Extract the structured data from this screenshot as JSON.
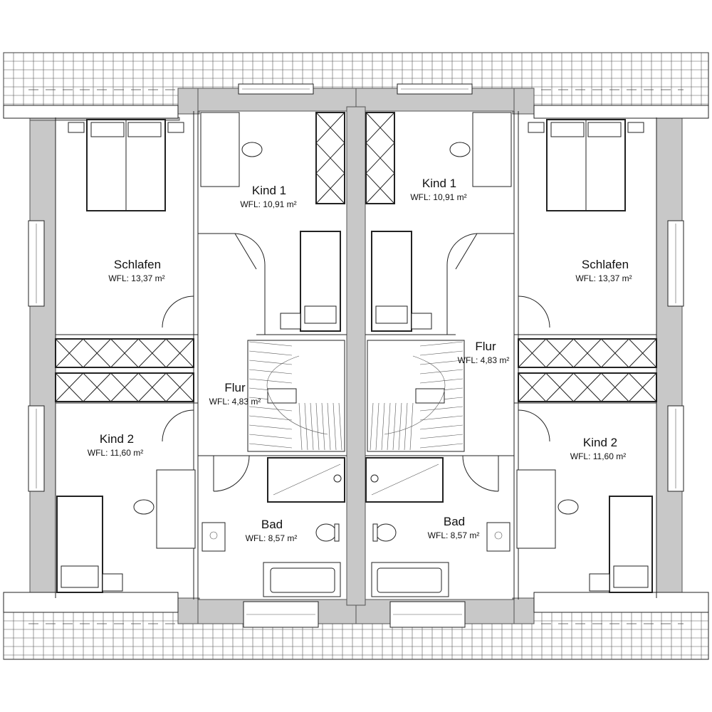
{
  "rooms": {
    "left": {
      "kind1": {
        "name": "Kind 1",
        "area": "WFL: 10,91 m²"
      },
      "schlafen": {
        "name": "Schlafen",
        "area": "WFL: 13,37 m²"
      },
      "flur": {
        "name": "Flur",
        "area": "WFL: 4,83 m²"
      },
      "kind2": {
        "name": "Kind 2",
        "area": "WFL: 11,60 m²"
      },
      "bad": {
        "name": "Bad",
        "area": "WFL: 8,57 m²"
      }
    },
    "right": {
      "kind1": {
        "name": "Kind 1",
        "area": "WFL: 10,91 m²"
      },
      "schlafen": {
        "name": "Schlafen",
        "area": "WFL: 13,37 m²"
      },
      "flur": {
        "name": "Flur",
        "area": "WFL: 4,83 m²"
      },
      "kind2": {
        "name": "Kind 2",
        "area": "WFL: 11,60 m²"
      },
      "bad": {
        "name": "Bad",
        "area": "WFL: 8,57 m²"
      }
    }
  },
  "colors": {
    "wall": "#c8c8c8",
    "line": "#222222",
    "background": "#ffffff"
  }
}
